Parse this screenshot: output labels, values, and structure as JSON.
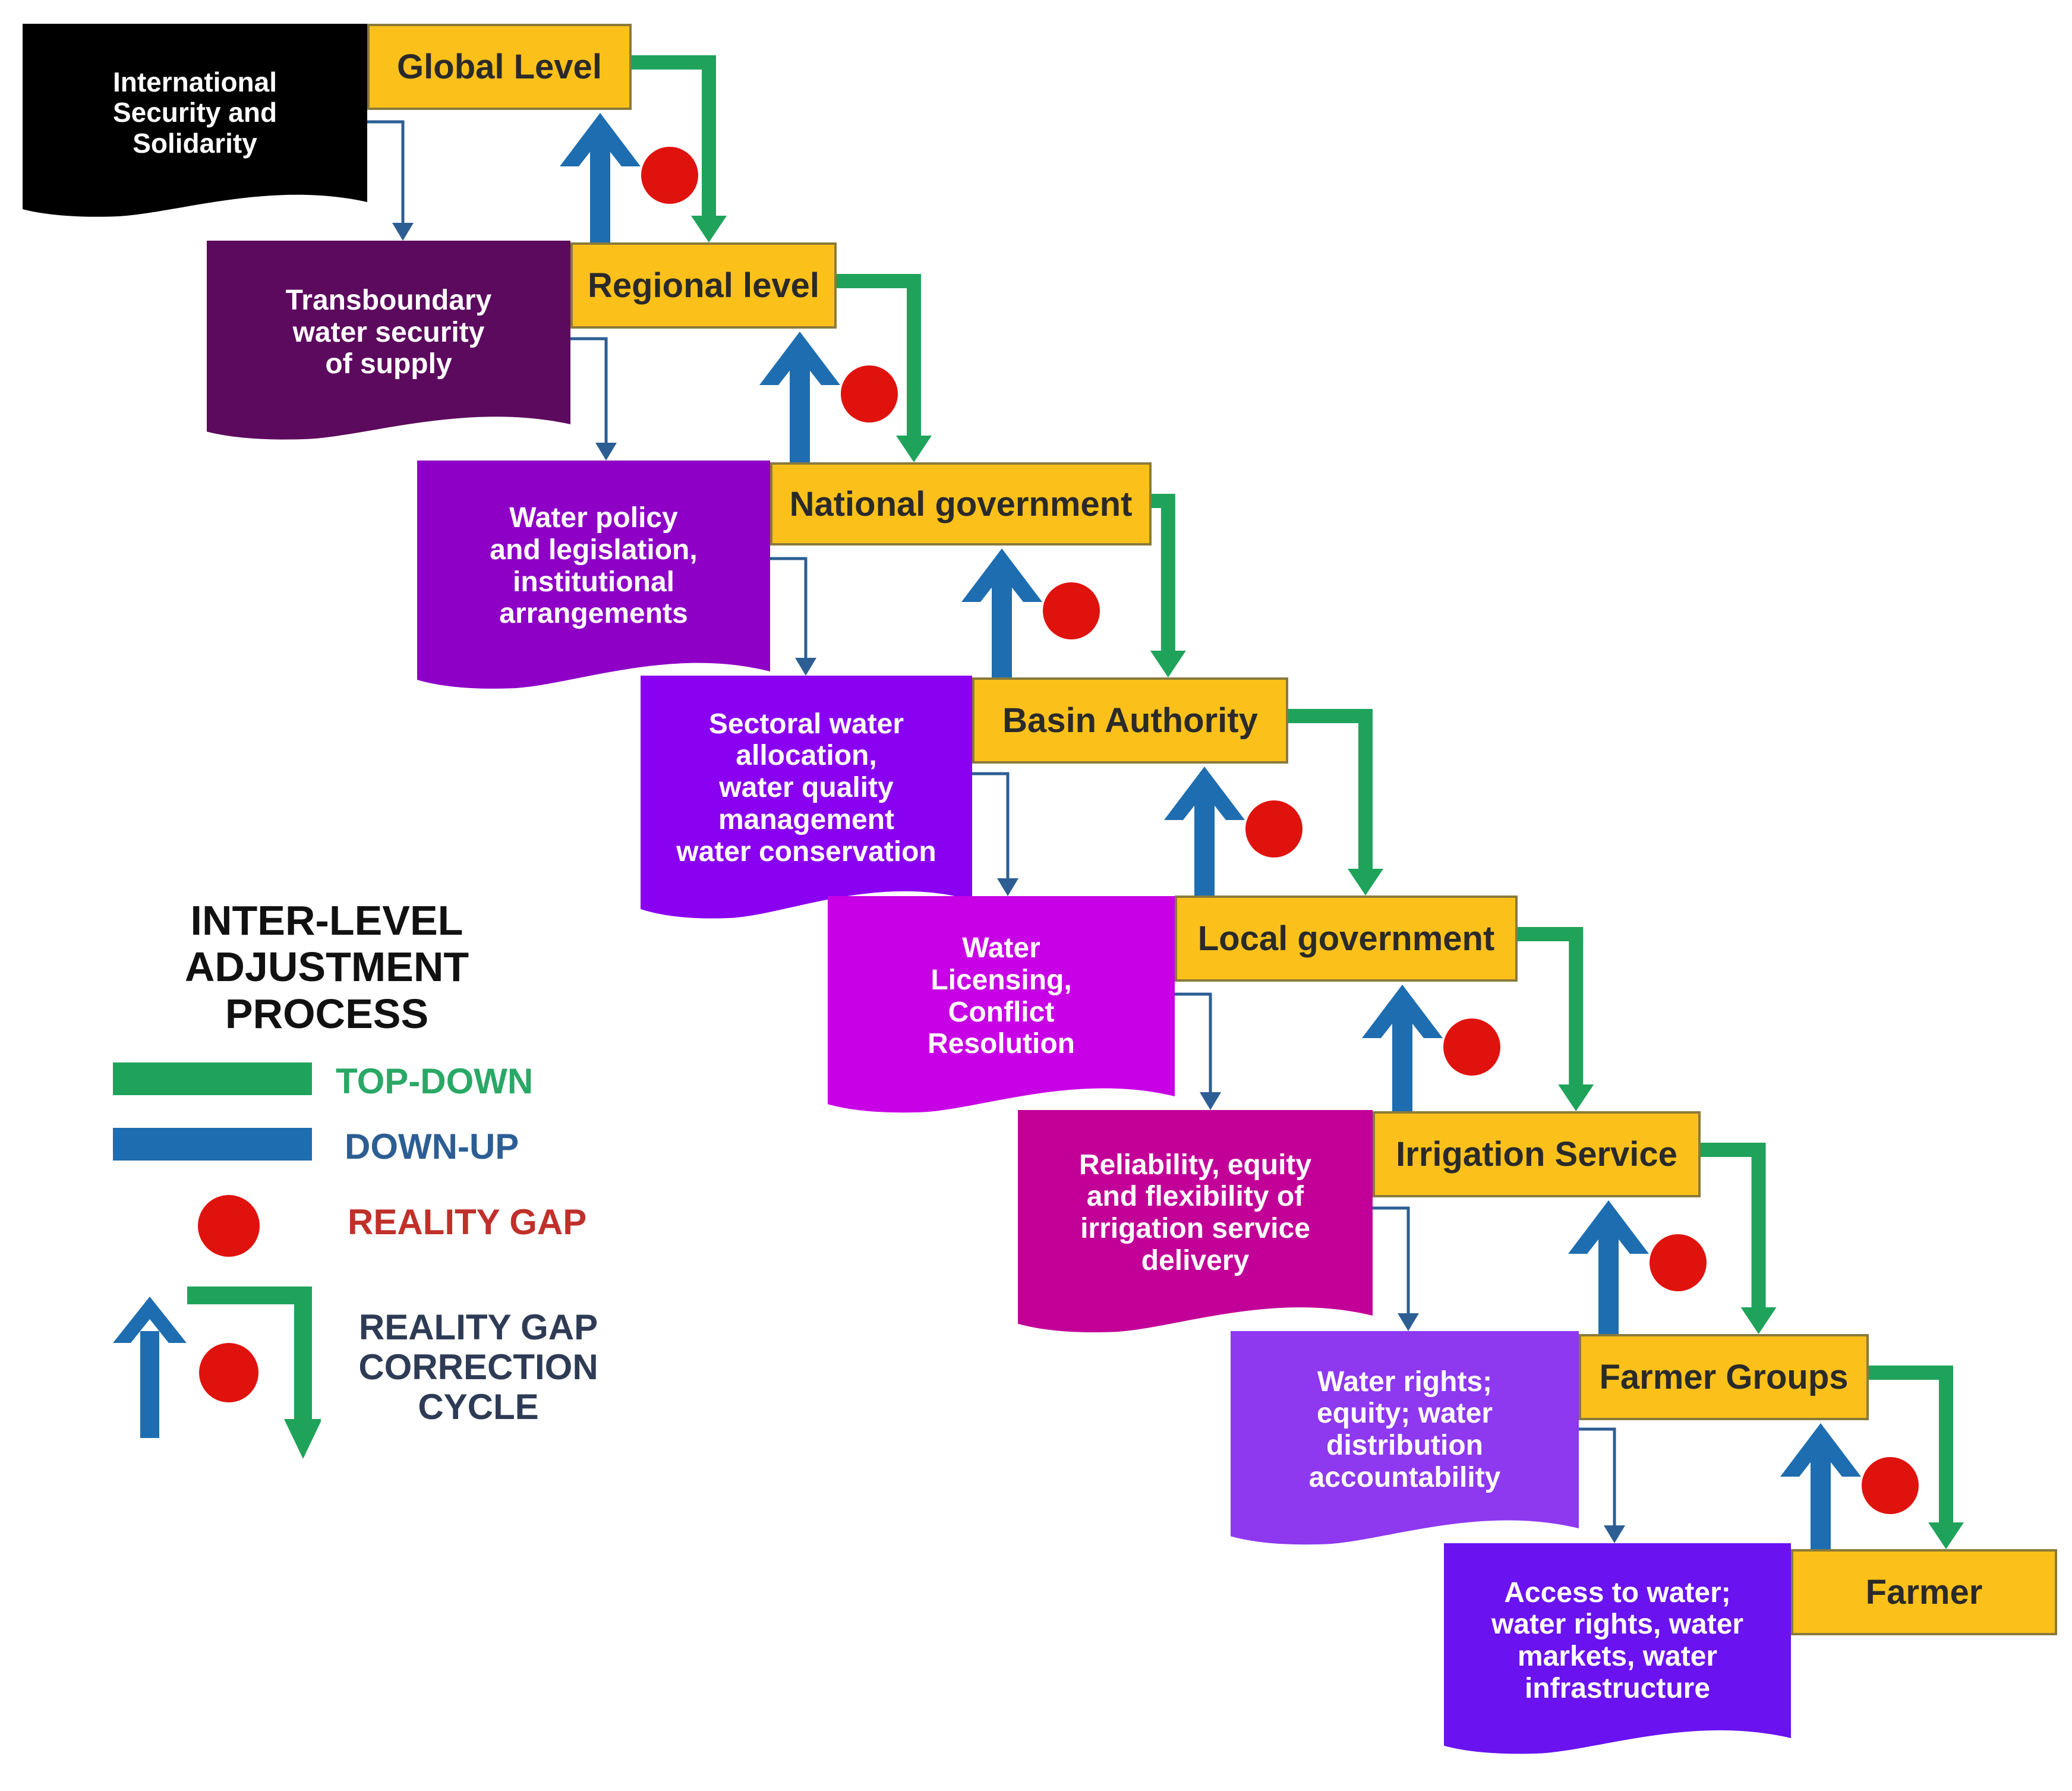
{
  "levels": [
    {
      "label": "Global Level"
    },
    {
      "label": "Regional level"
    },
    {
      "label": "National government"
    },
    {
      "label": "Basin Authority"
    },
    {
      "label": "Local government"
    },
    {
      "label": "Irrigation Service"
    },
    {
      "label": "Farmer Groups"
    },
    {
      "label": "Farmer"
    }
  ],
  "issues": [
    {
      "text": "International\nSecurity and\nSolidarity",
      "color": "#000000"
    },
    {
      "text": "Transboundary\nwater security\nof supply",
      "color": "#5C0A5E"
    },
    {
      "text": "Water policy\nand legislation,\ninstitutional\narrangements",
      "color": "#8E00C6"
    },
    {
      "text": "Sectoral water\nallocation,\nwater quality\nmanagement\nwater conservation",
      "color": "#8A00F0"
    },
    {
      "text": "Water\nLicensing,\nConflict\nResolution",
      "color": "#C800E6"
    },
    {
      "text": "Reliability, equity\nand flexibility of\nirrigation service\ndelivery",
      "color": "#C20098"
    },
    {
      "text": "Water rights;\nequity; water\ndistribution\naccountability",
      "color": "#8E38F0"
    },
    {
      "text": "Access to water;\nwater rights, water\nmarkets, water\ninfrastructure",
      "color": "#6A12F0"
    }
  ],
  "legend": {
    "title": "INTER-LEVEL\nADJUSTMENT\nPROCESS",
    "top_down": "TOP-DOWN",
    "down_up": "DOWN-UP",
    "reality_gap": "REALITY GAP",
    "cycle": "REALITY GAP\nCORRECTION\nCYCLE"
  },
  "colors": {
    "level_box": "#FBC11A",
    "top_down": "#1FA35A",
    "down_up": "#1E6DB0",
    "reality_gap": "#E0120E",
    "reality_gap_text": "#C0302A",
    "top_down_text": "#2AA866",
    "down_up_text": "#2C5E94",
    "cycle_text": "#2E3B55"
  }
}
